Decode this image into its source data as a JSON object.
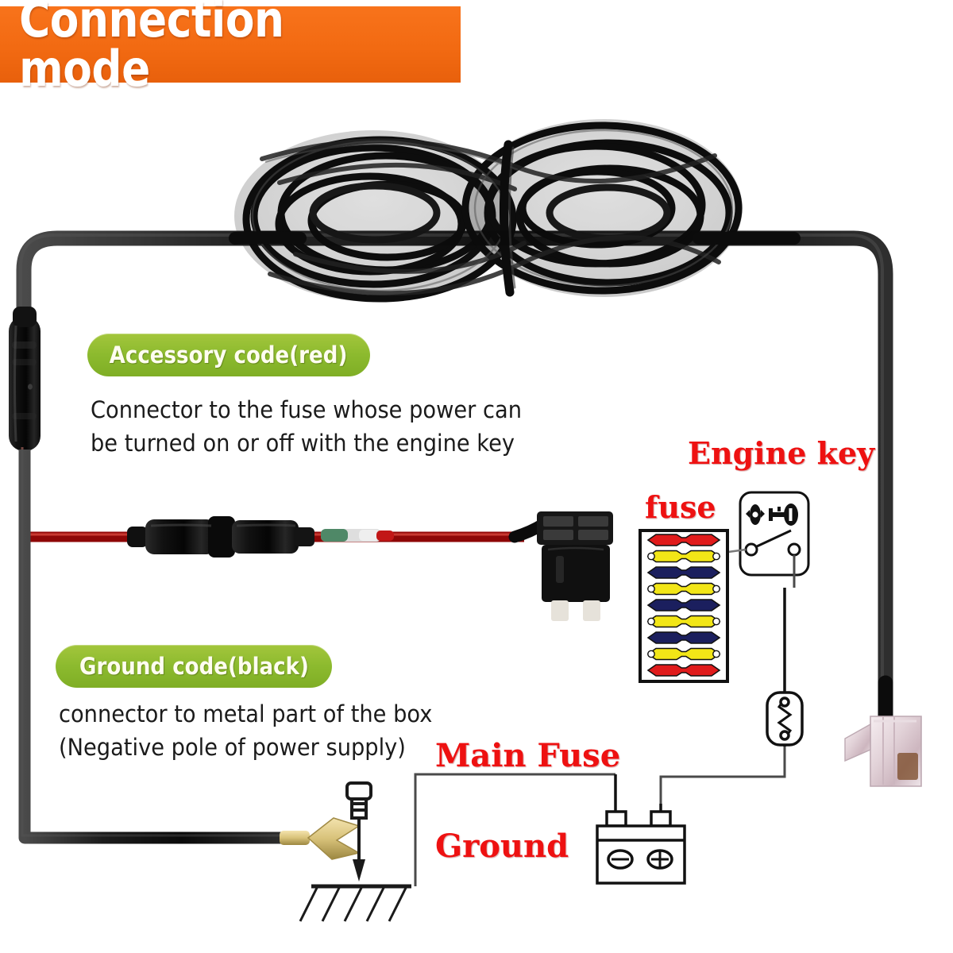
{
  "banner": {
    "title": "Connection mode",
    "bg_color": "#f26a12",
    "text_color": "#ffffff"
  },
  "labels": {
    "accessory_pill": "Accessory code(red)",
    "accessory_text": "Connector to the fuse whose power can\nbe turned on or off with the engine key",
    "ground_pill": "Ground code(black)",
    "ground_text": "connector to metal part of the box\n(Negative pole of power supply)",
    "engine_key": "Engine key",
    "fuse": "fuse",
    "main_fuse": "Main Fuse",
    "ground": "Ground",
    "pill_color": "#8cba2e",
    "red_color": "#ee1111"
  },
  "battery": {
    "negative_symbol": "−",
    "positive_symbol": "+"
  },
  "fuse_box": {
    "count": 9,
    "fuses": [
      {
        "index": 1,
        "color": "#e01b1b",
        "name": "red-fuse"
      },
      {
        "index": 2,
        "color": "#f2e617",
        "name": "yellow-fuse"
      },
      {
        "index": 3,
        "color": "#1b1f5e",
        "name": "navy-fuse"
      },
      {
        "index": 4,
        "color": "#f2e617",
        "name": "yellow-fuse"
      },
      {
        "index": 5,
        "color": "#1b1f5e",
        "name": "navy-fuse"
      },
      {
        "index": 6,
        "color": "#f2e617",
        "name": "yellow-fuse"
      },
      {
        "index": 7,
        "color": "#1b1f5e",
        "name": "navy-fuse"
      },
      {
        "index": 8,
        "color": "#f2e617",
        "name": "yellow-fuse"
      },
      {
        "index": 9,
        "color": "#e01b1b",
        "name": "red-fuse"
      }
    ]
  },
  "wiring": {
    "red_wire_color": "#d81010",
    "black_wire_color": "#141414",
    "terminal_color": "#d8c27a"
  }
}
